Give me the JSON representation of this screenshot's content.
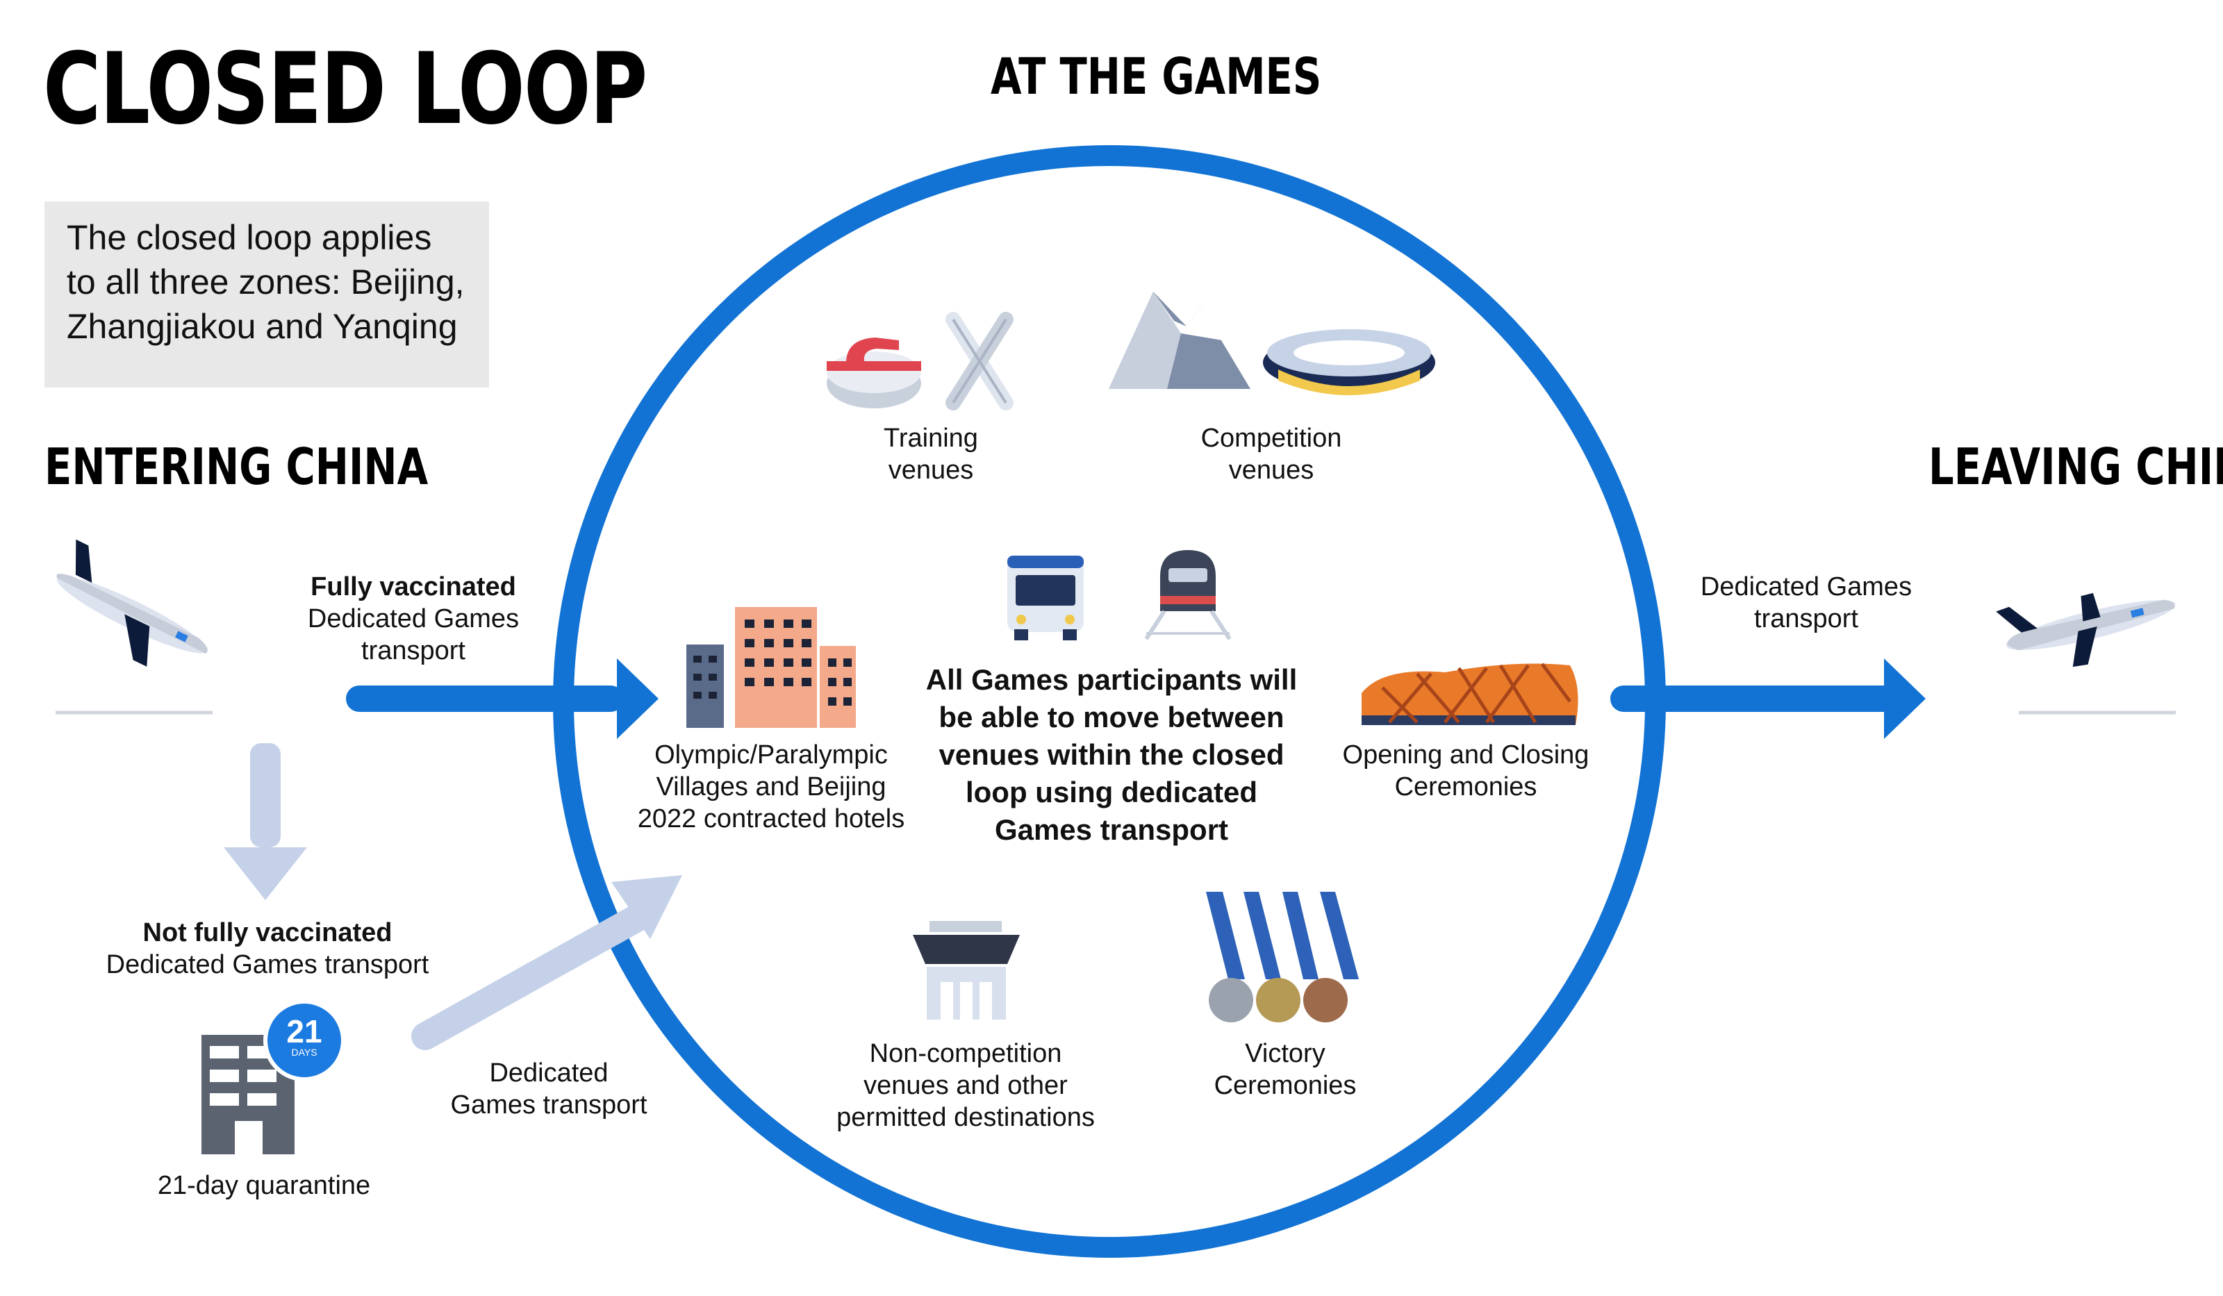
{
  "title": "CLOSED LOOP",
  "headings": {
    "at_the_games": "AT THE GAMES",
    "entering": "ENTERING CHINA",
    "leaving": "LEAVING CHINA"
  },
  "info_box": {
    "line1": "The closed loop applies",
    "line2": "to all three zones: Beijing,",
    "line3": "Zhangjiakou and Yanqing"
  },
  "entering": {
    "vaccinated_title": "Fully vaccinated",
    "vaccinated_line1": "Dedicated Games",
    "vaccinated_line2": "transport",
    "not_vaccinated_title": "Not fully vaccinated",
    "not_vaccinated_line": "Dedicated Games transport",
    "quarantine_badge_number": "21",
    "quarantine_badge_unit": "DAYS",
    "quarantine_label": "21-day quarantine",
    "quarantine_transport_line1": "Dedicated",
    "quarantine_transport_line2": "Games transport"
  },
  "leaving": {
    "transport_line1": "Dedicated Games",
    "transport_line2": "transport"
  },
  "venues": {
    "training_line1": "Training",
    "training_line2": "venues",
    "competition_line1": "Competition",
    "competition_line2": "venues",
    "villages_line1": "Olympic/Paralympic",
    "villages_line2": "Villages and Beijing",
    "villages_line3": "2022 contracted hotels",
    "ceremonies_line1": "Opening and Closing",
    "ceremonies_line2": "Ceremonies",
    "noncomp_line1": "Non-competition",
    "noncomp_line2": "venues and other",
    "noncomp_line3": "permitted destinations",
    "victory_line1": "Victory",
    "victory_line2": "Ceremonies"
  },
  "center_message": {
    "line1": "All Games participants will",
    "line2": "be able to move between",
    "line3": "venues within the closed",
    "line4": "loop using dedicated",
    "line5": "Games transport"
  },
  "colors": {
    "loop_blue": "#1273d4",
    "pale_arrow": "#c5d1e8",
    "box_gray": "#e8e8e8",
    "badge_blue": "#1c7be0"
  },
  "icons": [
    "plane-landing-icon",
    "plane-takeoff-icon",
    "curling-stone-icon",
    "skis-icon",
    "mountain-icon",
    "stadium-icon",
    "bus-icon",
    "train-icon",
    "buildings-icon",
    "birds-nest-icon",
    "pavilion-icon",
    "medals-icon",
    "quarantine-hotel-icon"
  ]
}
